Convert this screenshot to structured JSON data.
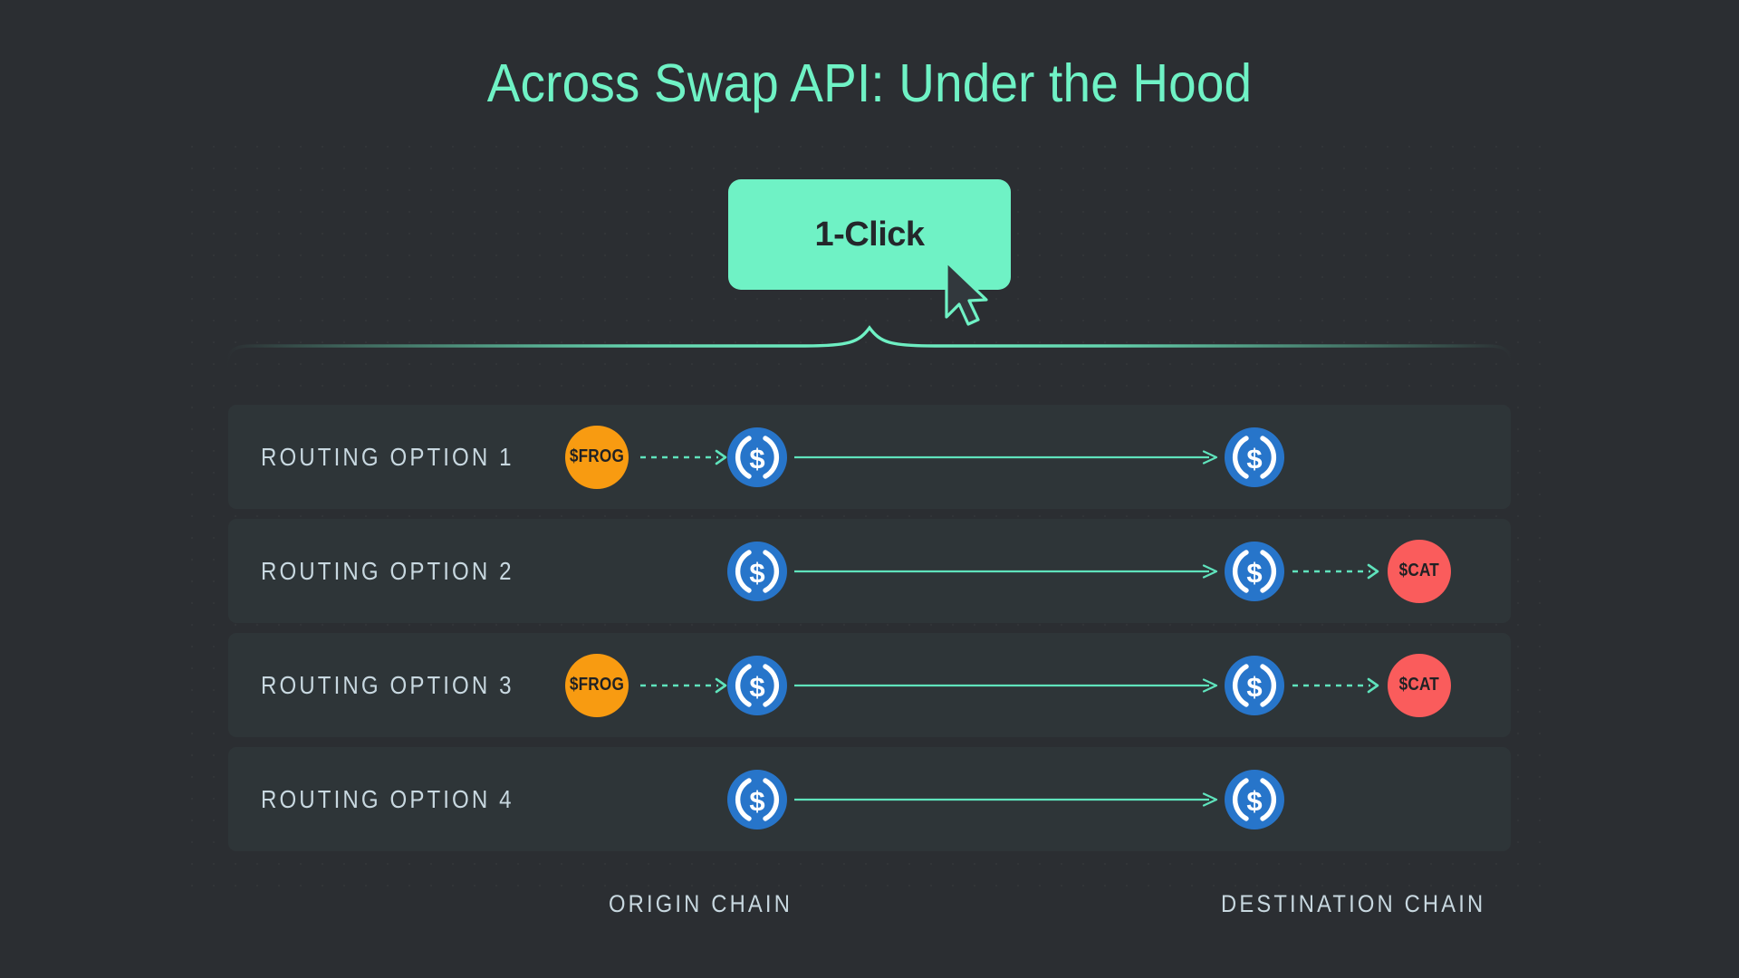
{
  "page": {
    "title": "Across Swap API: Under the Hood",
    "background_color": "#2b2e32",
    "accent_color": "#6FF2C5"
  },
  "cta": {
    "label": "1-Click",
    "button_color": "#6FF2C5",
    "text_color": "#24272b",
    "cursor_icon": "mouse-pointer-icon"
  },
  "brace": {
    "icon": "curly-brace-icon",
    "color": "#6FF2C5"
  },
  "diagram": {
    "rows": [
      {
        "label": "ROUTING OPTION 1",
        "origin_token": {
          "symbol": "$FROG",
          "color": "#F89B11",
          "visible": true
        },
        "origin_coin": {
          "symbol": "USDC",
          "color": "#2775CA",
          "icon": "usdc-coin-icon"
        },
        "dest_coin": {
          "symbol": "USDC",
          "color": "#2775CA",
          "icon": "usdc-coin-icon"
        },
        "dest_token": {
          "symbol": "$CAT",
          "color": "#FA5C5C",
          "visible": false
        },
        "swap_in": true,
        "swap_out": false
      },
      {
        "label": "ROUTING OPTION 2",
        "origin_token": {
          "symbol": "$FROG",
          "color": "#F89B11",
          "visible": false
        },
        "origin_coin": {
          "symbol": "USDC",
          "color": "#2775CA",
          "icon": "usdc-coin-icon"
        },
        "dest_coin": {
          "symbol": "USDC",
          "color": "#2775CA",
          "icon": "usdc-coin-icon"
        },
        "dest_token": {
          "symbol": "$CAT",
          "color": "#FA5C5C",
          "visible": true
        },
        "swap_in": false,
        "swap_out": true
      },
      {
        "label": "ROUTING OPTION 3",
        "origin_token": {
          "symbol": "$FROG",
          "color": "#F89B11",
          "visible": true
        },
        "origin_coin": {
          "symbol": "USDC",
          "color": "#2775CA",
          "icon": "usdc-coin-icon"
        },
        "dest_coin": {
          "symbol": "USDC",
          "color": "#2775CA",
          "icon": "usdc-coin-icon"
        },
        "dest_token": {
          "symbol": "$CAT",
          "color": "#FA5C5C",
          "visible": true
        },
        "swap_in": true,
        "swap_out": true
      },
      {
        "label": "ROUTING OPTION 4",
        "origin_token": {
          "symbol": "$FROG",
          "color": "#F89B11",
          "visible": false
        },
        "origin_coin": {
          "symbol": "USDC",
          "color": "#2775CA",
          "icon": "usdc-coin-icon"
        },
        "dest_coin": {
          "symbol": "USDC",
          "color": "#2775CA",
          "icon": "usdc-coin-icon"
        },
        "dest_token": {
          "symbol": "$CAT",
          "color": "#FA5C5C",
          "visible": false
        },
        "swap_in": false,
        "swap_out": false
      }
    ],
    "column_labels": {
      "origin": "ORIGIN CHAIN",
      "destination": "DESTINATION CHAIN"
    }
  }
}
